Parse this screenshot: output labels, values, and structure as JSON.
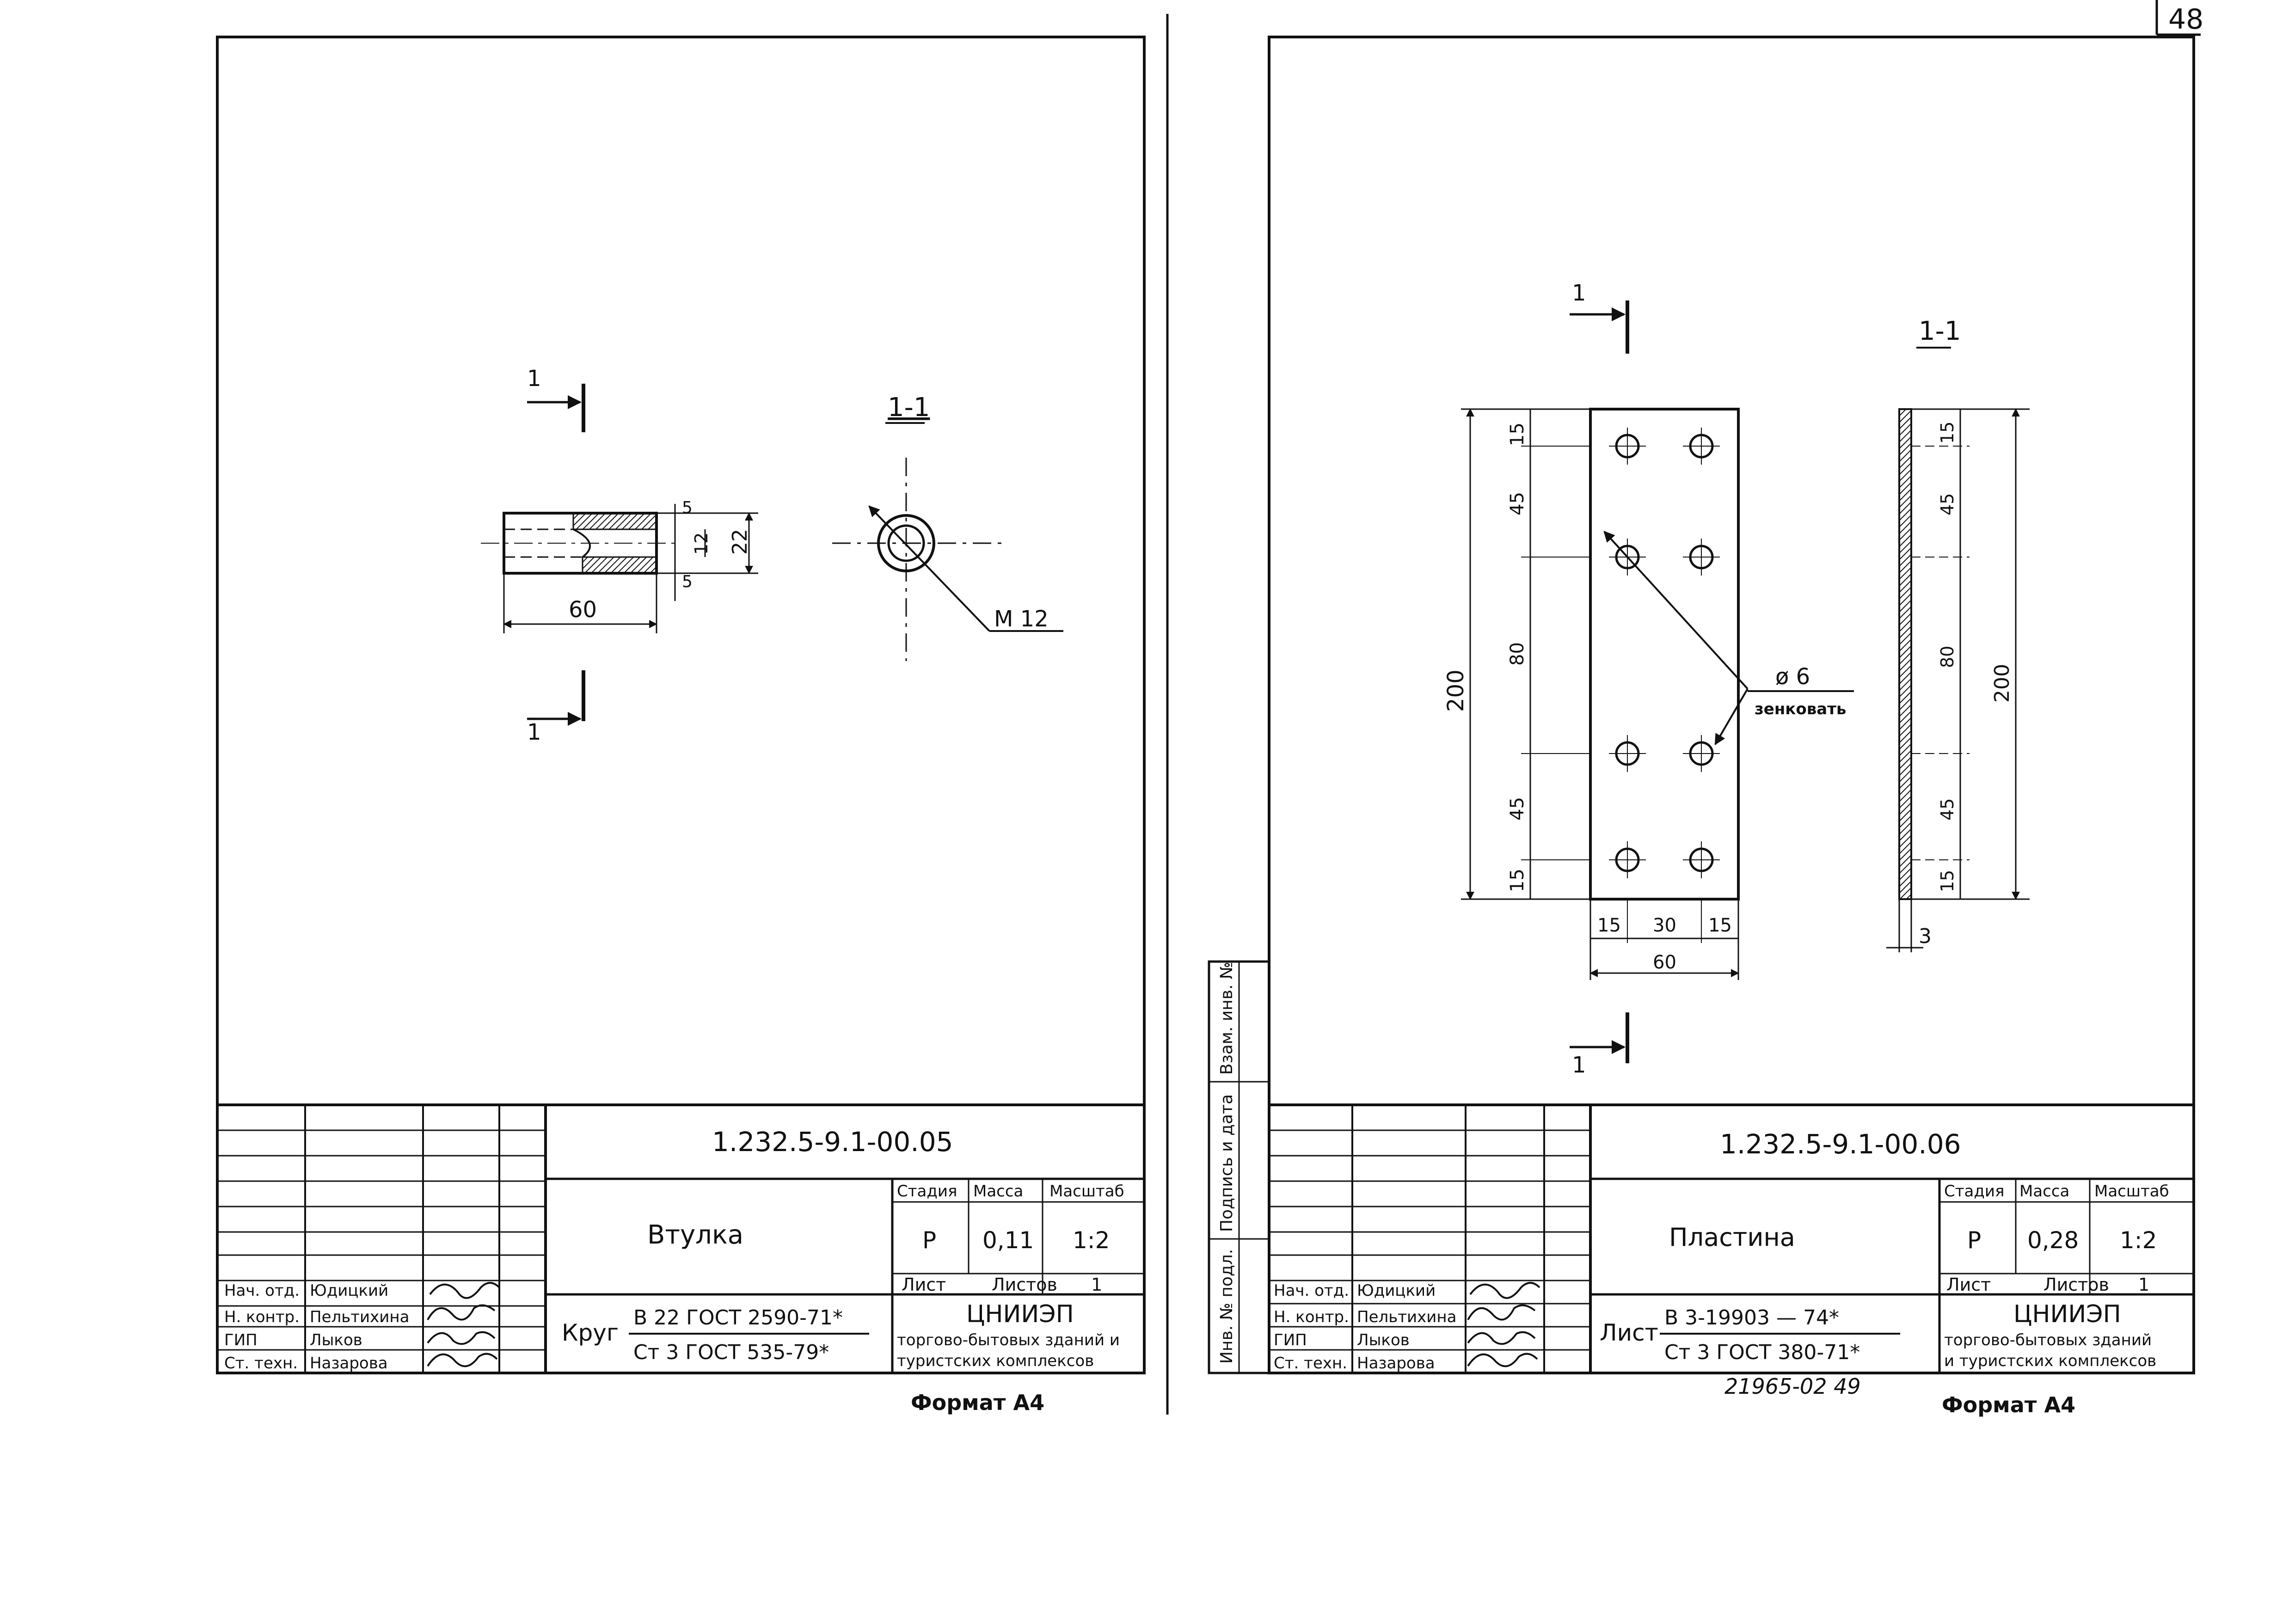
{
  "page_number": "48",
  "left_sheet": {
    "drawing_code": "1.232.5-9.1-00.05",
    "part_name": "Втулка",
    "section_label": "1-1",
    "cut_mark": "1",
    "dimensions": {
      "length": "60",
      "outer_diameter": "22",
      "bore": "12",
      "wall_top": "5",
      "wall_bottom": "5"
    },
    "thread_label": "М 12",
    "stage_header": "Стадия",
    "mass_header": "Масса",
    "scale_header": "Масштаб",
    "stage": "Р",
    "mass": "0,11",
    "scale": "1:2",
    "sheet_label": "Лист",
    "sheets_label": "Листов",
    "sheets_count": "1",
    "org_name": "ЦНИИЭП",
    "org_line2": "торгово-бытовых зданий и",
    "org_line3": "туристских комплексов",
    "material_kind": "Круг",
    "material_top": "В 22   ГОСТ  2590-71*",
    "material_bottom": "Ст 3   ГОСТ  535-79*",
    "roles": [
      "Нач. отд.",
      "Н. контр.",
      "ГИП",
      "Ст. техн."
    ],
    "names": [
      "Юдицкий",
      "Пельтихина",
      "Лыков",
      "Назарова"
    ],
    "format_label": "Формат А4"
  },
  "right_sheet": {
    "drawing_code": "1.232.5-9.1-00.06",
    "part_name": "Пластина",
    "section_label": "1-1",
    "cut_mark": "1",
    "dimensions": {
      "height": "200",
      "width": "60",
      "hole_spacing_x": "30",
      "edge_x_left": "15",
      "edge_x_right": "15",
      "edge_y_top": "15",
      "pitch_top": "45",
      "pitch_mid": "80",
      "pitch_bottom": "45",
      "edge_y_bottom": "15",
      "section_top": "15",
      "thickness": "3"
    },
    "hole_label": "ø 6",
    "hole_note": "зенковать",
    "stage_header": "Стадия",
    "mass_header": "Масса",
    "scale_header": "Масштаб",
    "stage": "Р",
    "mass": "0,28",
    "scale": "1:2",
    "sheet_label": "Лист",
    "sheets_label": "Листов",
    "sheets_count": "1",
    "org_name": "ЦНИИЭП",
    "org_line2": "торгово-бытовых зданий",
    "org_line3": "и туристских комплексов",
    "material_kind": "Лист",
    "material_top": "В 3-19903 — 74*",
    "material_bottom": "Ст 3   ГОСТ 380-71*",
    "roles": [
      "Нач. отд.",
      "Н. контр.",
      "ГИП",
      "Ст. техн."
    ],
    "names": [
      "Юдицкий",
      "Пельтихина",
      "Лыков",
      "Назарова"
    ],
    "side_stamp": [
      "Инв. № подл.",
      "Подпись и дата",
      "Взам. инв. №"
    ],
    "archive_number": "21965-02   49",
    "format_label": "Формат А4"
  }
}
